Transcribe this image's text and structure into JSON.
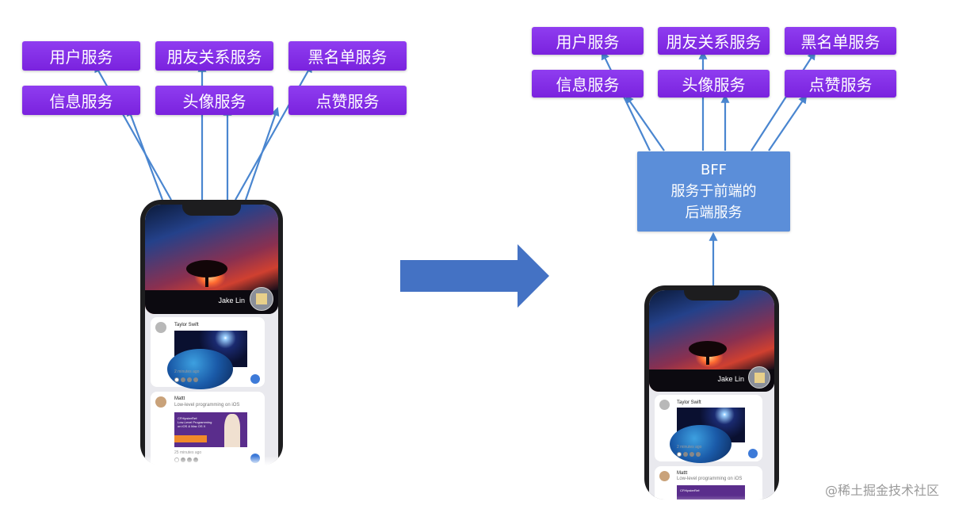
{
  "left": {
    "services": [
      "用户服务",
      "朋友关系服务",
      "黑名单服务",
      "信息服务",
      "头像服务",
      "点赞服务"
    ]
  },
  "right": {
    "services": [
      "用户服务",
      "朋友关系服务",
      "黑名单服务",
      "信息服务",
      "头像服务",
      "点赞服务"
    ],
    "bff": {
      "line1": "BFF",
      "line2": "服务于前端的",
      "line3": "后端服务"
    }
  },
  "phone": {
    "profile_name": "Jake Lin",
    "post1": {
      "author": "Taylor Swift",
      "time": "2 minutes ago"
    },
    "post2": {
      "author": "Mattt",
      "subtitle": "Low-level programming on iOS",
      "time": "25 minutes ago",
      "image_text": [
        "CFHipsterRef:",
        "Low-Level Programming",
        "on iOS & Mac OS X"
      ]
    }
  },
  "colors": {
    "service_box": "#8a2be2",
    "bff_box": "#5b8ed9",
    "arrow": "#4a86d0",
    "big_arrow": "#4472c4"
  },
  "watermark": "@稀土掘金技术社区"
}
